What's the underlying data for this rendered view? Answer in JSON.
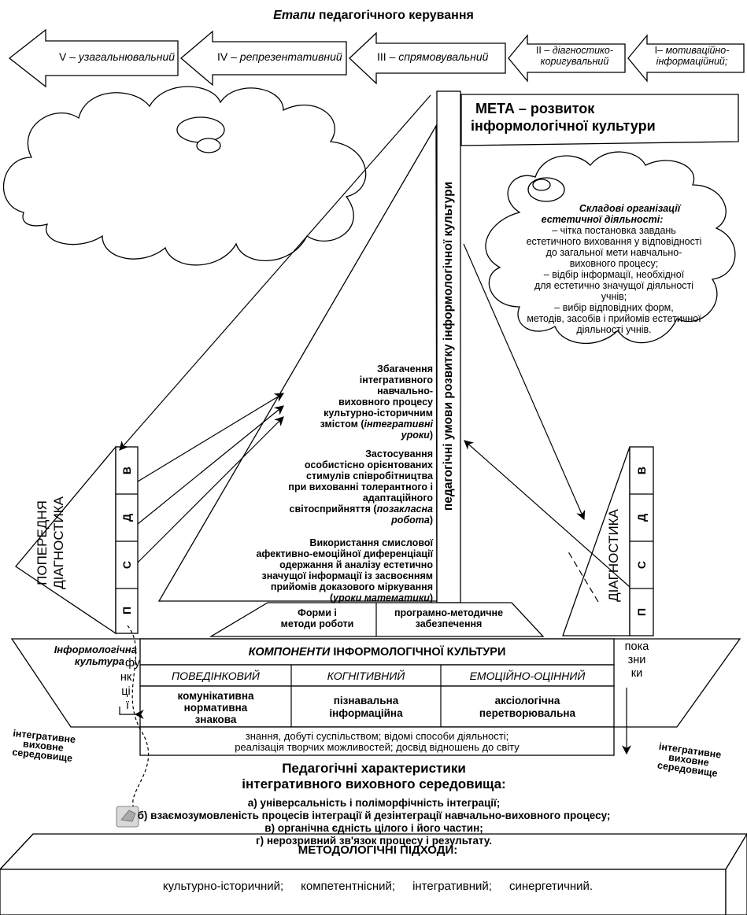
{
  "title": {
    "italic": "Етапи",
    "rest": " педагогічного керування"
  },
  "stages": [
    {
      "num": "V – ",
      "name": "узагальнювальний"
    },
    {
      "num": "IV – ",
      "name": "репрезентативний"
    },
    {
      "num": "III – ",
      "name": "спрямовувальний"
    },
    {
      "num": "II – ",
      "name1": "діагностико-",
      "name2": "коригувальний"
    },
    {
      "num": "I– ",
      "name1": "мотиваційно-",
      "name2": "інформаційний;"
    }
  ],
  "goal": {
    "line1": "МЕТА – розвиток",
    "line2": "інформологічної культури"
  },
  "vertical_bar": "педагогічні умови розвитку інформологічної культури",
  "right_cloud": {
    "title1": "Складові організації",
    "title2": "естетичної діяльності:",
    "lines": [
      "– чітка постановка завдань",
      "естетичного виховання у відповідності",
      "до загальної мети навчально-",
      "виховного процесу;",
      "– відбір інформації, необхідної",
      "для естетично значущої діяльності",
      "учнів;",
      "– вибір відповідних форм,",
      "методів, засобів і прийомів естетичної",
      "діяльності учнів."
    ]
  },
  "conditions": {
    "c1": [
      "Збагачення",
      "інтегративного",
      "навчально-",
      "виховного процесу",
      "культурно-історичним",
      "змістом (",
      "інтегративні",
      "уроки",
      ")"
    ],
    "c2": [
      "Застосування",
      "особистісно орієнтованих",
      "стимулів співробітництва",
      "при вихованні толерантного і",
      "адаптаційного",
      "світосприйняття (",
      "позакласна",
      "робота",
      ")"
    ],
    "c3": [
      "Використання смислової",
      "афективно-емоційної диференціації",
      "одержання й аналізу естетично",
      "значущої інформації із засвоєнням",
      "прийомів доказового міркування",
      "(",
      "уроки математики",
      ")"
    ]
  },
  "forms_methods": {
    "line1": "Форми і",
    "line2": "методи роботи"
  },
  "program_support": {
    "line1": "програмно-методичне",
    "line2": "забезпечення"
  },
  "left_diag": {
    "label1": "ПОПЕРЕДНЯ",
    "label2": "ДІАГНОСТИКА",
    "cells": [
      "В",
      "Д",
      "С",
      "П"
    ]
  },
  "right_diag": {
    "label": "ДІАГНОСТИКА",
    "cells": [
      "В",
      "Д",
      "С",
      "П"
    ]
  },
  "components": {
    "header_italic": "КОМПОНЕНТИ",
    "header_rest": " ІНФОРМОЛОГІЧНОЇ КУЛЬТУРИ",
    "columns": [
      "ПОВЕДІНКОВИЙ",
      "КОГНІТИВНИЙ",
      "ЕМОЦІЙНО-ОЦІННИЙ"
    ],
    "functions": [
      [
        "комунікативна",
        "нормативна",
        "знакова"
      ],
      [
        "пізнавальна",
        "інформаційна"
      ],
      [
        "аксіологічна",
        "перетворювальна"
      ]
    ],
    "bottom1": "знання, добуті суспільством; відомі способи діяльності;",
    "bottom2": "реалізація творчих можливостей; досвід відношень до світу"
  },
  "info_culture": {
    "line1": "Інформологічна",
    "line2": "культура"
  },
  "functions_label": [
    "фу",
    "нк",
    "ці",
    "ї"
  ],
  "indicators_label": [
    "пока",
    "зни",
    "ки"
  ],
  "env_label": [
    "інтегративне",
    "виховне",
    "середовище"
  ],
  "characteristics": {
    "title1": "Педагогічні характеристики",
    "title2": "інтегративного виховного середовища:",
    "items": [
      "а) універсальність і поліморфічність інтеграції;",
      "б) взаємозумовленість процесів інтеграції й дезінтеграції навчально-виховного процесу;",
      "в) органічна єдність цілого і його частин;",
      "г) нерозривний зв'язок процесу і результату."
    ]
  },
  "methodology": {
    "title": "МЕТОДОЛОГІЧНІ ПІДХОДИ:",
    "items": [
      "культурно-історичний;",
      "компетентнісний;",
      "інтегративний;",
      "синергетичний."
    ]
  }
}
